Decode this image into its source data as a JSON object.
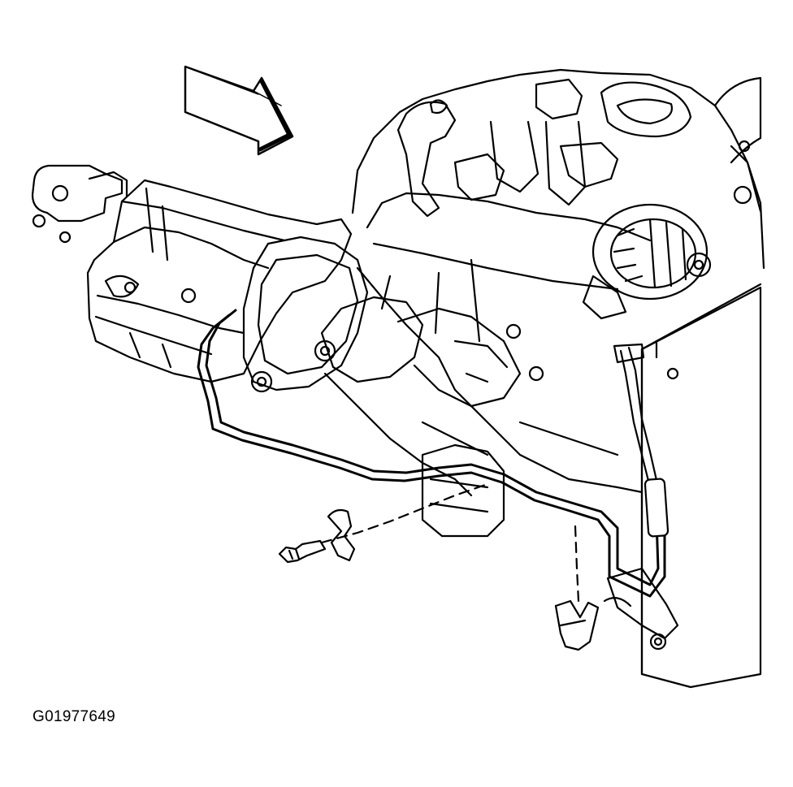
{
  "figure": {
    "id_label": "G01977649",
    "parts": [
      "direction-arrow",
      "transmission",
      "engine",
      "alternator",
      "radiator",
      "cooler-lines",
      "clip",
      "bolt",
      "line-clip"
    ]
  }
}
